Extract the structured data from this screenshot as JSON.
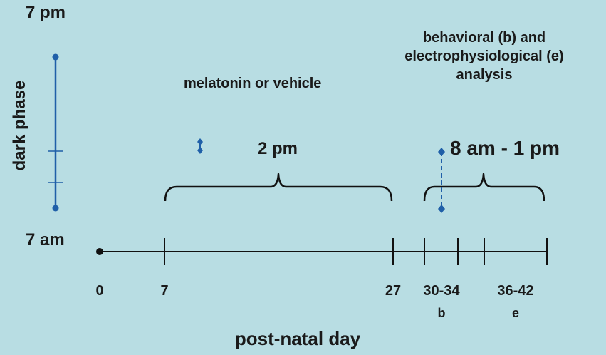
{
  "labels": {
    "top_time": "7 pm",
    "bottom_time": "7 am",
    "phase": "dark phase",
    "treatment": "melatonin or vehicle",
    "treatment_time": "2 pm",
    "analysis_lines": [
      "behavioral (b) and",
      "electrophysiological (e)",
      "analysis"
    ],
    "analysis_time": "8 am - 1 pm",
    "x_axis": "post-natal day"
  },
  "ticks": [
    "0",
    "7",
    "27",
    "30-34",
    "36-42"
  ],
  "tick_sub": {
    "b": "b",
    "e": "e"
  },
  "colors": {
    "background": "#b8dde3",
    "blue": "#1f5fa8",
    "ink": "#1a1a1a"
  }
}
